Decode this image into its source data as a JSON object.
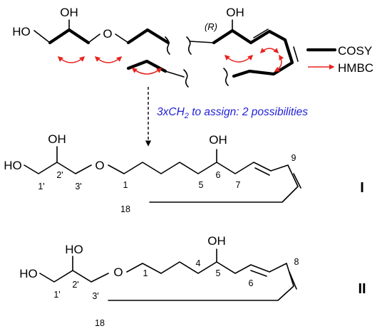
{
  "top_fragment": {
    "atoms": {
      "oh_top": "OH",
      "ho_left": "HO",
      "o_ether": "O",
      "oh_right": "OH"
    },
    "stereo_label": "(R)"
  },
  "legend": {
    "cosy": "COSY",
    "hmbc": "HMBC",
    "cosy_color": "#000000",
    "hmbc_color": "#e8231e"
  },
  "assignment_note": {
    "prefix": "3xCH",
    "subscript": "2",
    "suffix": " to assign: 2 possibilities",
    "color": "#1f1fd6"
  },
  "structure_I": {
    "roman": "I",
    "atoms": {
      "ho": "HO",
      "oh_glycerol": "OH",
      "o_ether": "O",
      "oh_c6": "OH"
    },
    "numbers": {
      "c1p": "1'",
      "c2p": "2'",
      "c3p": "3'",
      "c1": "1",
      "c5": "5",
      "c6": "6",
      "c7": "7",
      "c9": "9",
      "c18": "18"
    }
  },
  "structure_II": {
    "roman": "II",
    "atoms": {
      "ho": "HO",
      "oh_glycerol": "HO",
      "o_ether": "O",
      "oh_c5": "OH"
    },
    "numbers": {
      "c1p": "1'",
      "c2p": "2'",
      "c3p": "3'",
      "c1": "1",
      "c4": "4",
      "c5": "5",
      "c6": "6",
      "c8": "8",
      "c18": "18"
    }
  }
}
